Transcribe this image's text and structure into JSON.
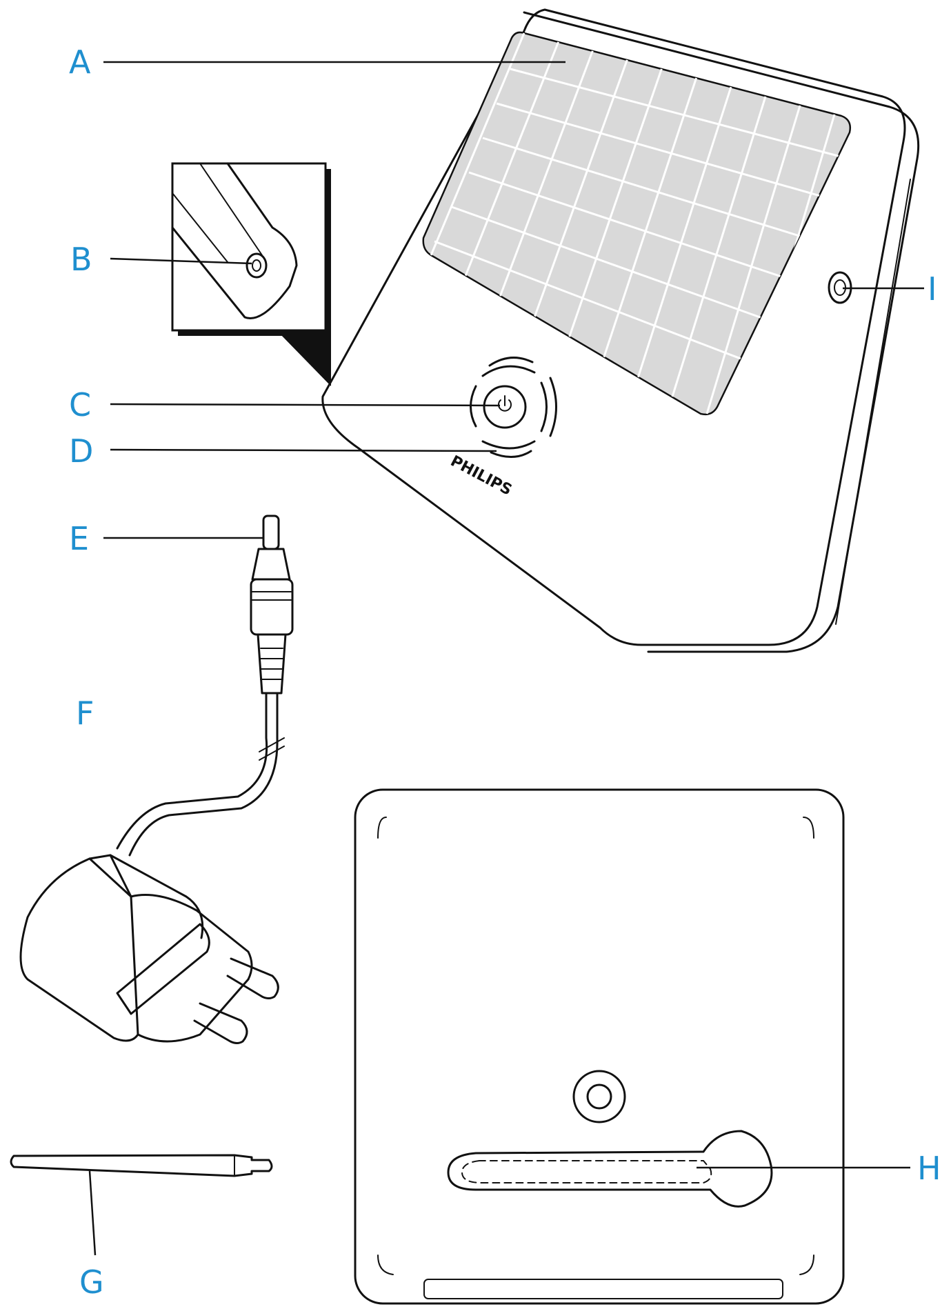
{
  "callouts": {
    "a": "A",
    "b": "B",
    "c": "C",
    "d": "D",
    "e": "E",
    "f": "F",
    "g": "G",
    "h": "H",
    "i": "I"
  },
  "device": {
    "brand": "PHILIPS"
  },
  "colors": {
    "callout": "#1f8fcf",
    "solar_panel": "#d9d9d9",
    "line": "#111111"
  }
}
